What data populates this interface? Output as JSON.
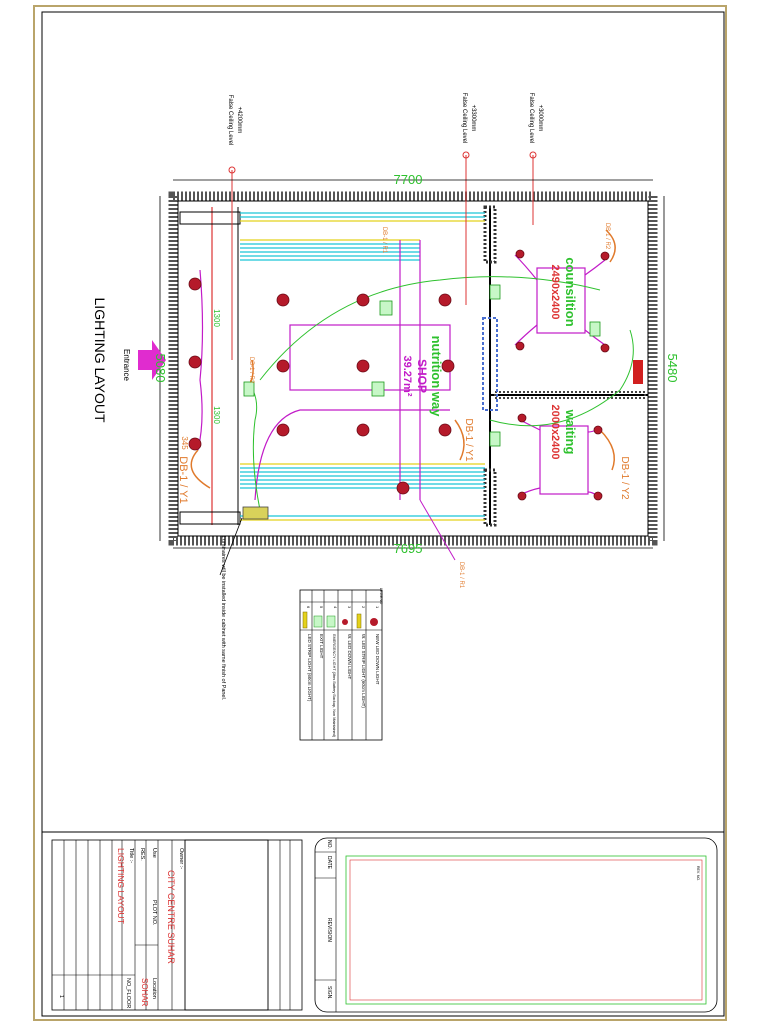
{
  "drawing": {
    "title": "LIGHTING LAYOUT",
    "entrance": "Entrance",
    "dims": {
      "top": "7700",
      "bottom": "7695",
      "left": "5080",
      "right": "5480",
      "d1300a": "1300",
      "d1300b": "1300",
      "d345": "345"
    },
    "rooms": {
      "consultation": {
        "name": "counsiltion",
        "size": "2490x2400"
      },
      "waiting": {
        "name": "waiting",
        "size": "2000x2400"
      },
      "shop": {
        "name": "nutrition way",
        "sub": "SHOP",
        "area": "39.27m²"
      }
    },
    "levels": [
      {
        "value": "+4200mm",
        "label": "False Ceiling Level"
      },
      {
        "value": "+3300mm",
        "label": "False Ceiling Level"
      },
      {
        "value": "+3000mm",
        "label": "False Ceiling Level"
      }
    ],
    "circuits": {
      "y1_big": "DB-1 / Y1",
      "y1_mid": "DB-1 / Y1",
      "y2": "DB-1 / Y2",
      "r2": "DB-1 / R2",
      "r1": "DB-1 / R1",
      "r2_mid": "DB-1 / R2",
      "r1_top": "DB-1 / R1"
    },
    "note": "Luminaires will be installed inside cabinet with same finish of Panel."
  },
  "legend": {
    "header": "LEGEND",
    "rows": [
      {
        "no": "1",
        "desc": "NEW LED DOWN LIGHT"
      },
      {
        "no": "2",
        "desc": "W. LED STRIP LIGHT (60cm LIGHT)"
      },
      {
        "no": "3",
        "desc": "W. LED DOWN LIGHT"
      },
      {
        "no": "4",
        "desc": "EMERGENCY LIGHT (3hrs Battery Backup, Non Maintained)"
      },
      {
        "no": "5",
        "desc": "EXIT LIGHT"
      },
      {
        "no": "6",
        "desc": "LED STRIP LIGHT (60cm LIGHT)"
      }
    ]
  },
  "title_block": {
    "owner_label": "Owner :-",
    "owner": "CITY CENTRE SUHAR",
    "use_label": "Use",
    "use": "RES.",
    "plot_label": "PLOT NO.",
    "location_label": "Location",
    "location": "SOHAR",
    "title_label": "Title :-",
    "title": "LIGHTING LAYOUT",
    "floor": "NO_FLOOR",
    "rev_header": {
      "no": "NO.",
      "date": "DATE",
      "desc": "REVISION",
      "sign": "SIGN."
    },
    "rev_small": "REV. NO.",
    "sheet_no": "1"
  }
}
